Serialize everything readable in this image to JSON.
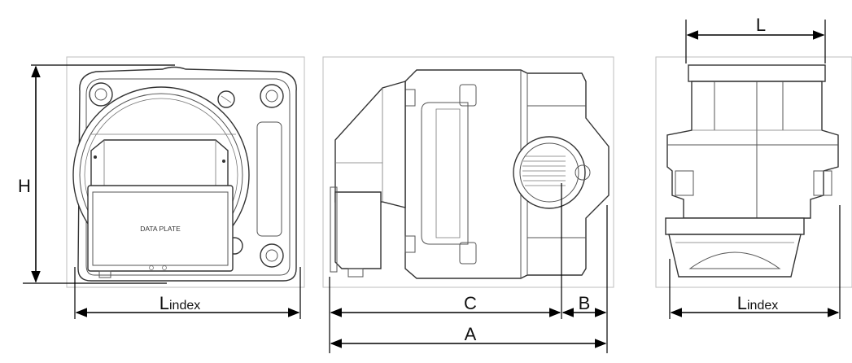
{
  "views": {
    "front": {
      "plate_label": "DATA PLATE"
    }
  },
  "dimensions": {
    "H": "H",
    "A": "A",
    "B": "B",
    "C": "C",
    "L": "L",
    "L_index_front_main": "L",
    "L_index_front_sub": "index",
    "L_index_side_main": "L",
    "L_index_side_sub": "index"
  },
  "colors": {
    "line": "#000000",
    "outline": "#333333",
    "panel_border": "#bdbdbd",
    "background": "#ffffff"
  }
}
